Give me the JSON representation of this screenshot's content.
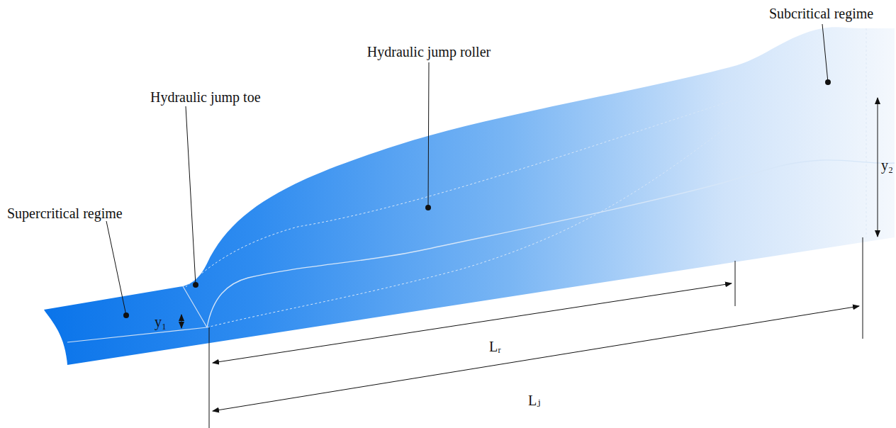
{
  "diagram": {
    "labels": [
      "Subcritical regime",
      "Hydraulic jump roller",
      "Hydraulic jump toe",
      "Supercritical regime",
      "y₂",
      "y₁",
      "Lᵣ",
      "Lⱼ"
    ]
  }
}
